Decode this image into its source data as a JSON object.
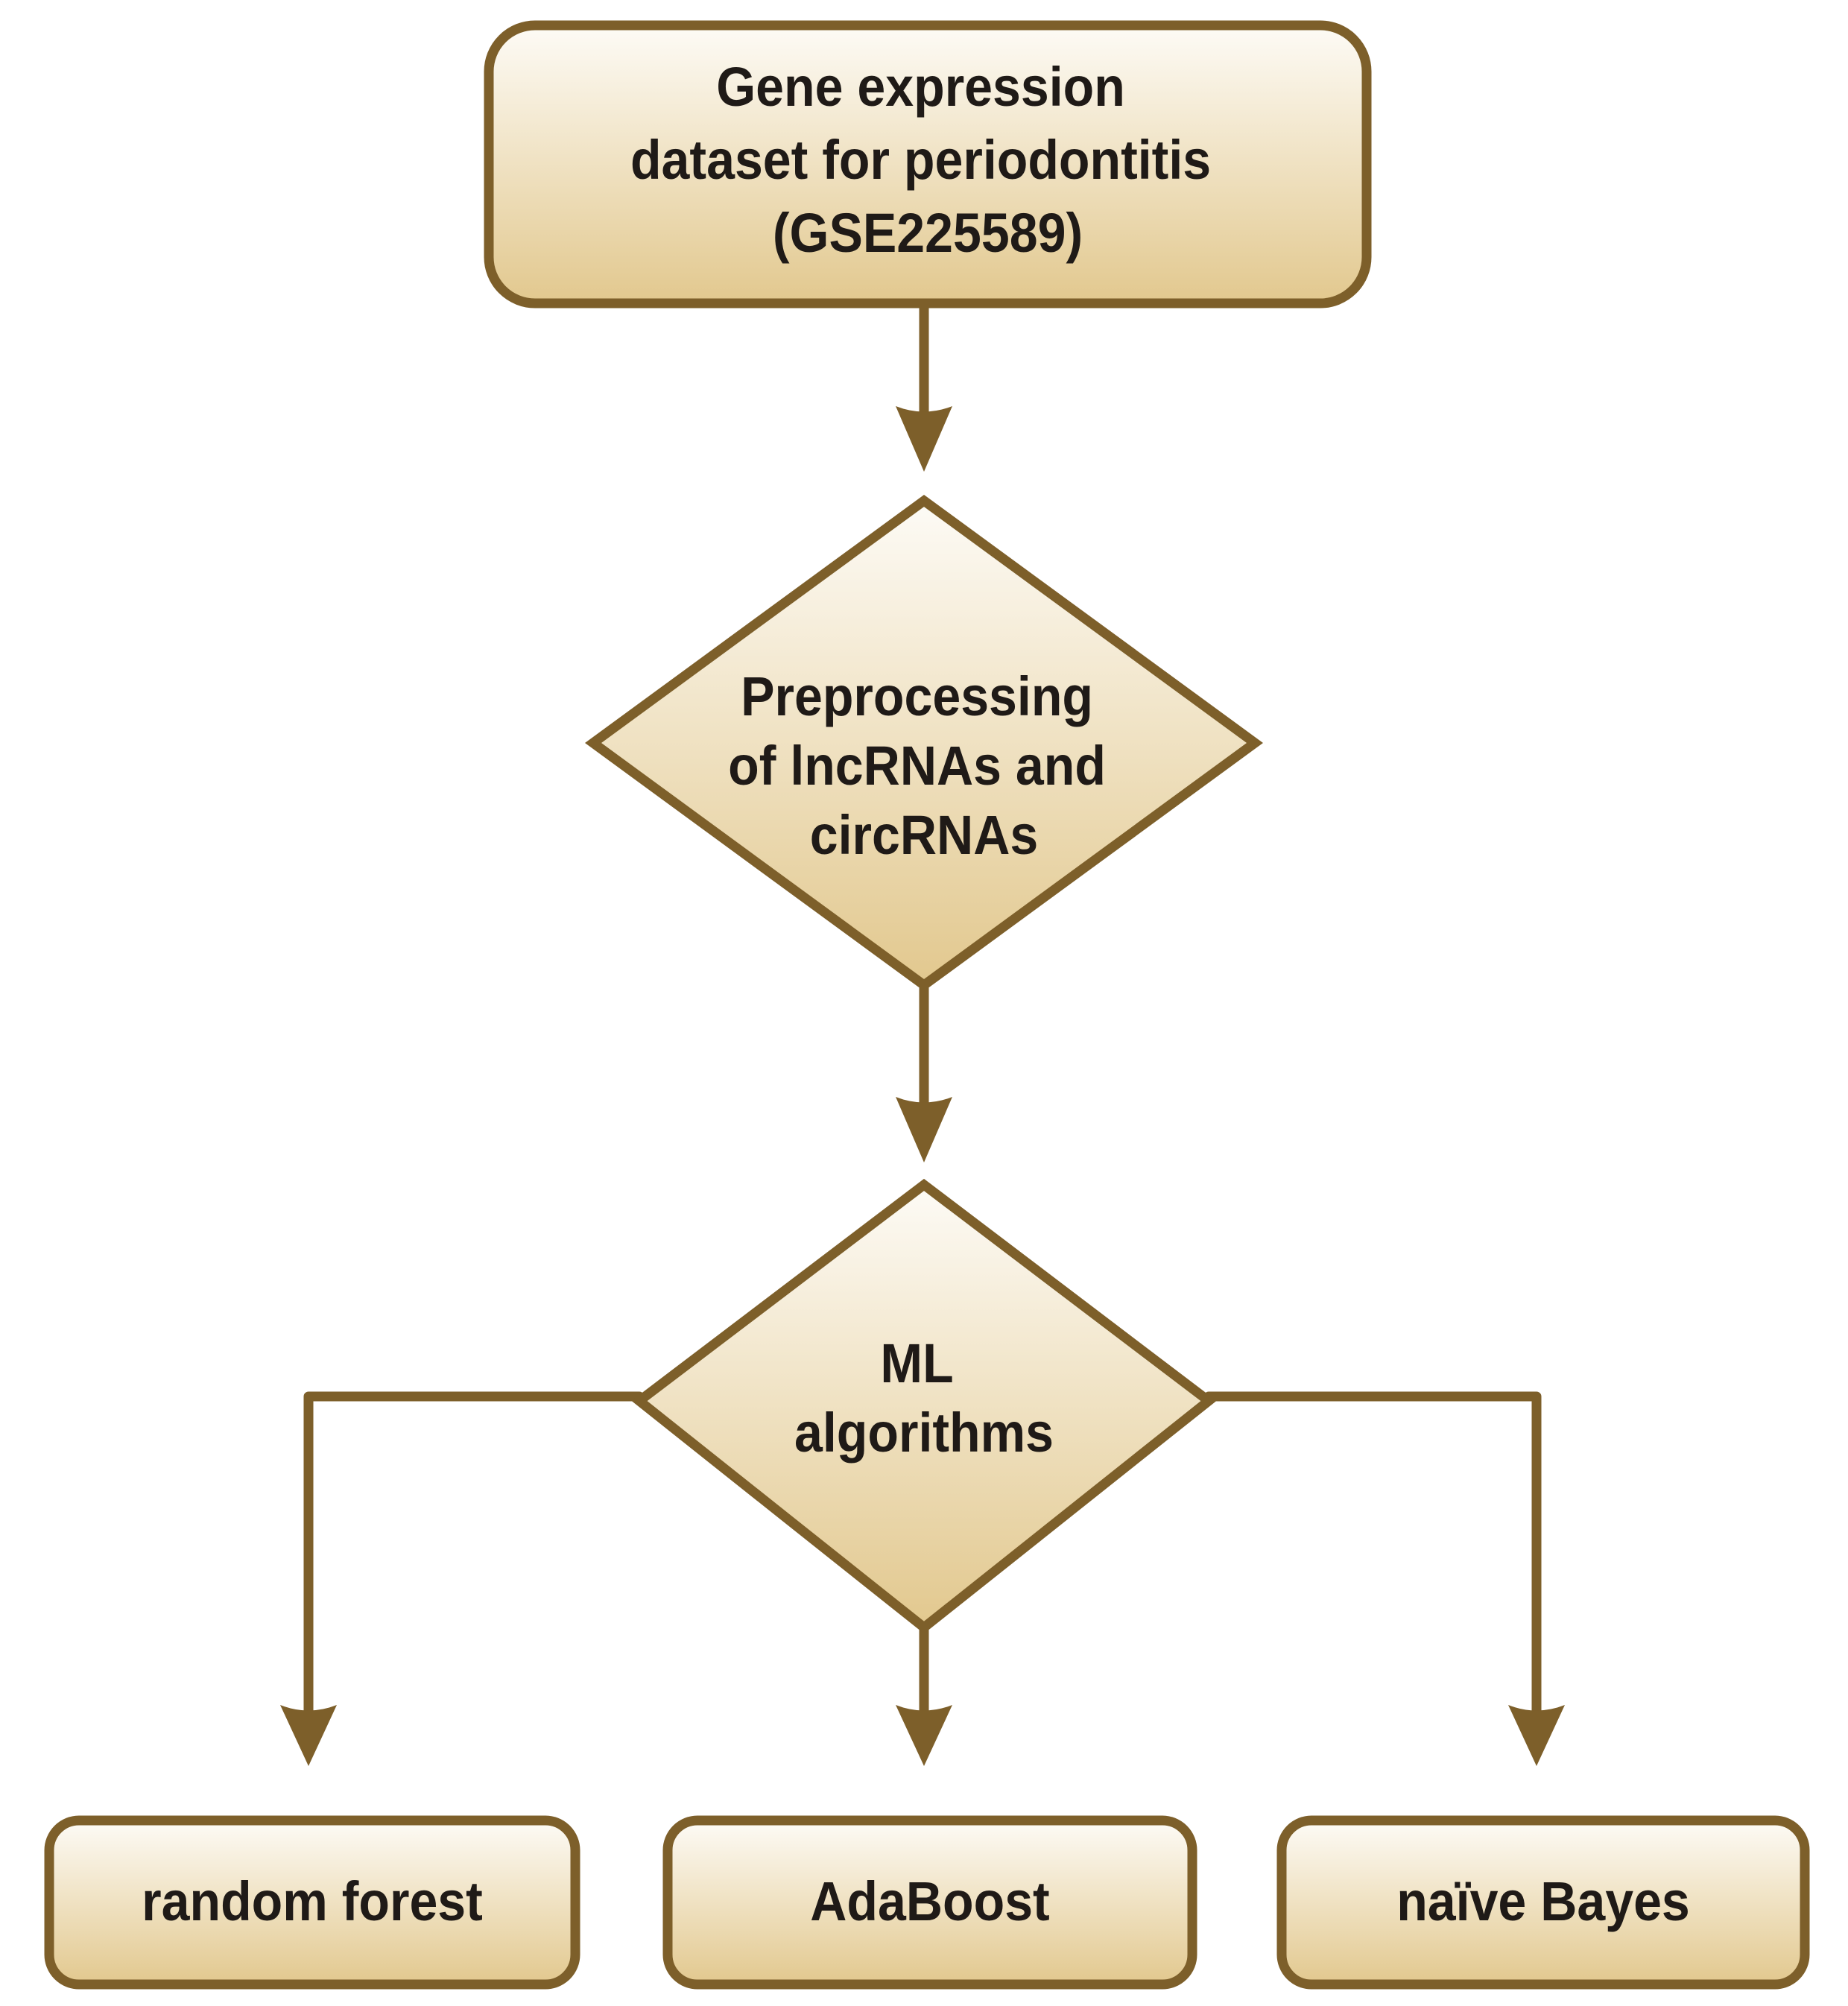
{
  "diagram": {
    "type": "flowchart",
    "colors": {
      "stroke": "#7d5f2a",
      "fill_top": "#fdfbf6",
      "fill_bottom": "#e2c88e",
      "text": "#1f1a17",
      "background": "#ffffff"
    },
    "nodes": {
      "dataset": {
        "shape": "rounded-rectangle",
        "lines": [
          "Gene expression",
          "dataset for periodontitis",
          "(GSE225589)"
        ]
      },
      "preprocessing": {
        "shape": "diamond",
        "lines": [
          "Preprocessing",
          "of lncRNAs and",
          "circRNAs"
        ]
      },
      "ml": {
        "shape": "diamond",
        "lines": [
          "ML",
          "algorithms"
        ]
      },
      "random_forest": {
        "shape": "rounded-rectangle",
        "lines": [
          "random forest"
        ]
      },
      "adaboost": {
        "shape": "rounded-rectangle",
        "lines": [
          "AdaBoost"
        ]
      },
      "naive_bayes": {
        "shape": "rounded-rectangle",
        "lines": [
          "naïve Bayes"
        ]
      }
    },
    "edges": [
      {
        "from": "dataset",
        "to": "preprocessing"
      },
      {
        "from": "preprocessing",
        "to": "ml"
      },
      {
        "from": "ml",
        "to": "random_forest"
      },
      {
        "from": "ml",
        "to": "adaboost"
      },
      {
        "from": "ml",
        "to": "naive_bayes"
      }
    ]
  }
}
